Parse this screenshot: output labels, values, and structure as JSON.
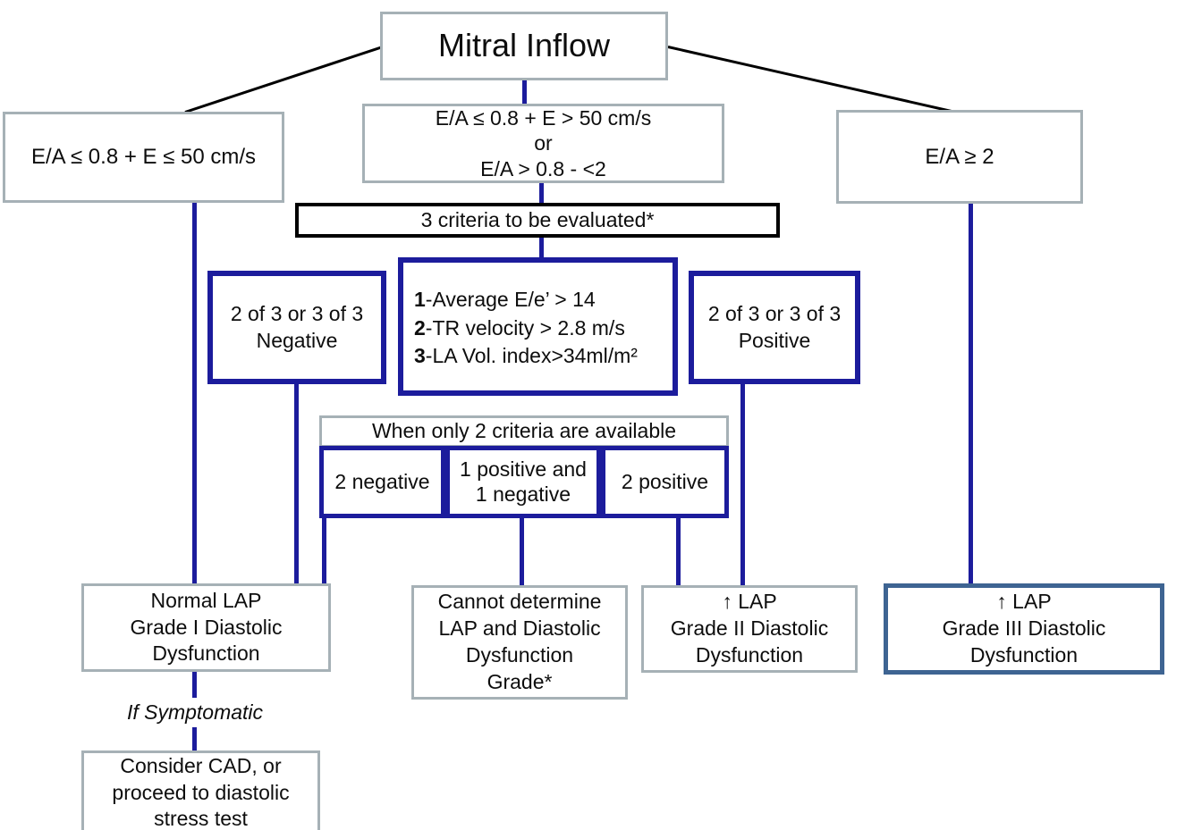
{
  "diagram": {
    "title": "Mitral Inflow",
    "colors": {
      "navy_line": "#1c1c9c",
      "gray_border": "#a6b1b6",
      "black_border": "#000000",
      "steel_border": "#3e6492"
    },
    "nodes": {
      "root": {
        "label": "Mitral Inflow"
      },
      "left_branch": {
        "label": "E/A ≤ 0.8 + E ≤ 50 cm/s"
      },
      "mid_branch": {
        "label": "E/A ≤ 0.8 + E > 50 cm/s\nor\nE/A > 0.8 - <2"
      },
      "right_branch": {
        "label": "E/A ≥ 2"
      },
      "criteria_header": {
        "label": "3 criteria to be evaluated*"
      },
      "negative": {
        "label": "2 of 3 or 3 of 3\nNegative"
      },
      "criteria_list": {
        "items": [
          {
            "num": "1",
            "text": "-Average E/e’ > 14"
          },
          {
            "num": "2",
            "text": "-TR velocity > 2.8 m/s"
          },
          {
            "num": "3",
            "text": "-LA Vol. index>34ml/m²"
          }
        ]
      },
      "positive": {
        "label": "2 of 3 or 3 of 3\nPositive"
      },
      "two_criteria_header": {
        "label": "When only 2 criteria are available"
      },
      "two_negative": {
        "label": "2 negative"
      },
      "one_pos_one_neg": {
        "label": "1 positive and\n1 negative"
      },
      "two_positive": {
        "label": "2 positive"
      },
      "normal_lap": {
        "label": "Normal  LAP\nGrade I Diastolic\nDysfunction"
      },
      "cannot_determine": {
        "label": "Cannot determine\nLAP and Diastolic\nDysfunction\nGrade*"
      },
      "grade2": {
        "label": "↑ LAP\nGrade II Diastolic\nDysfunction"
      },
      "grade3": {
        "label": "↑ LAP\nGrade III Diastolic\nDysfunction"
      },
      "if_symptomatic": {
        "label": "If Symptomatic"
      },
      "consider_cad": {
        "label": "Consider CAD, or\nproceed to diastolic\nstress  test"
      }
    }
  }
}
